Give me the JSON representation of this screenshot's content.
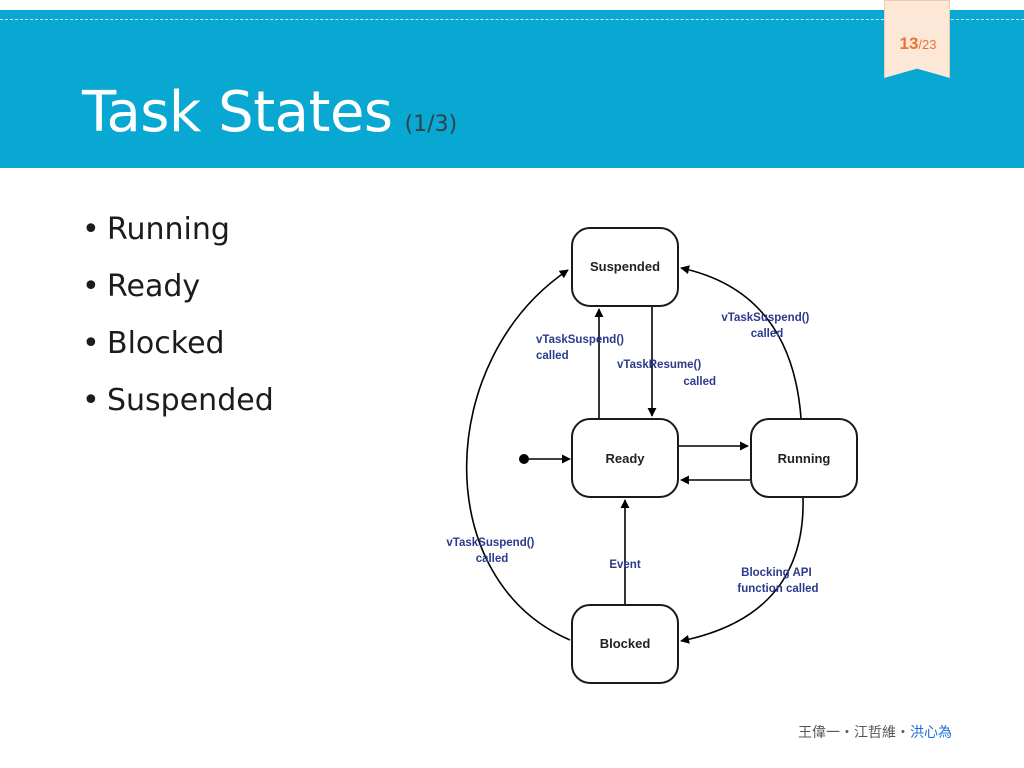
{
  "slide": {
    "title": "Task States",
    "subtitle": "(1/3)",
    "page_current": "13",
    "page_total": "/23",
    "bullets": [
      "Running",
      "Ready",
      "Blocked",
      "Suspended"
    ],
    "footer_authors_plain": "王偉一・江哲維・",
    "footer_author_highlight": "洪心為"
  },
  "diagram": {
    "states": {
      "suspended": "Suspended",
      "ready": "Ready",
      "running": "Running",
      "blocked": "Blocked"
    },
    "edges": {
      "ready_to_suspended": [
        "vTaskSuspend()",
        "called"
      ],
      "suspended_to_ready": [
        "vTaskResume()",
        "called"
      ],
      "running_to_suspended": [
        "vTaskSuspend()",
        "called"
      ],
      "blocked_to_suspended": [
        "vTaskSuspend()",
        "called"
      ],
      "blocked_to_ready": [
        "Event"
      ],
      "running_to_blocked": [
        "Blocking API",
        "function called"
      ]
    }
  },
  "colors": {
    "header": "#08a8d2",
    "page_number": "#e8733a",
    "edge_label": "#2b3a8c",
    "footer_highlight": "#1a6fd6"
  }
}
